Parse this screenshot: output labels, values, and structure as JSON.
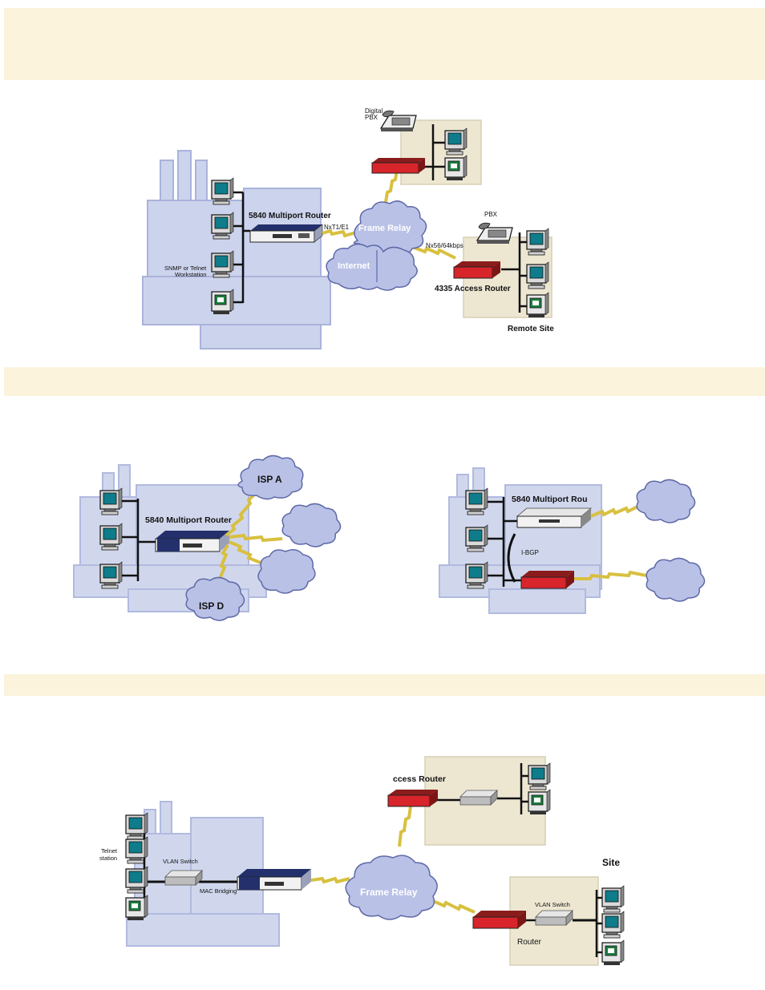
{
  "top": {
    "labels": {
      "digital_pbx_1": "Digital",
      "digital_pbx_2": "PBX",
      "router_5840": "5840 Multiport Router",
      "nxt1e1": "NxT1/E1",
      "frame_relay": "Frame Relay",
      "internet": "Internet",
      "nx56": "Nx56/64kbps",
      "pbx": "PBX",
      "snmp_1": "SNMP or Telnet",
      "snmp_2": "Workstation",
      "router_4335": "4335 Access Router",
      "remote_site": "Remote Site"
    }
  },
  "middle_left": {
    "labels": {
      "router": "5840 Multiport Router",
      "isp_a": "ISP A",
      "isp_d": "ISP D"
    }
  },
  "middle_right": {
    "labels": {
      "router": "5840 Multiport Rou",
      "ibgp": "I-BGP"
    }
  },
  "bottom": {
    "labels": {
      "access_router": "ccess Router",
      "telnet_1": "Telnet",
      "telnet_2": "station",
      "vlan_switch": "VLAN Switch",
      "mac_bridging": "MAC Bridging",
      "frame_relay": "Frame Relay",
      "site": "Site",
      "vlan_switch_remote": "VLAN Switch",
      "router_remote": "Router"
    }
  },
  "colors": {
    "band": "#fbf3dc",
    "building": "#c9d0ea",
    "building_outline": "#aab4dc",
    "cloud": "#b9c1e6",
    "cloud_outline": "#5f6aa8",
    "link": "#d8c040",
    "red_router": "#d7252b",
    "navy_router": "#23306b"
  }
}
